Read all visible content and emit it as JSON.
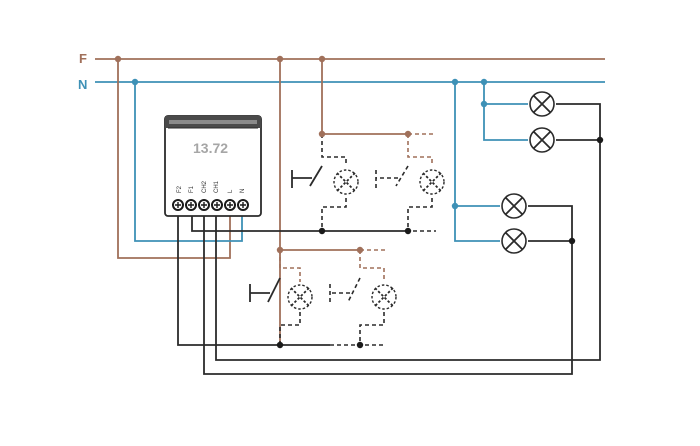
{
  "lines": {
    "phase_label": "F",
    "neutral_label": "N"
  },
  "module": {
    "model": "13.72",
    "terminals": [
      "F2",
      "F1",
      "CH2",
      "CH1",
      "L",
      "N"
    ]
  },
  "colors": {
    "phase": "#a0705a",
    "neutral": "#3e91b6",
    "control": "#2b2b2b"
  },
  "icons": {
    "switch_symbol": "pushbutton-switch-icon",
    "lamp_symbol": "lamp-icon"
  }
}
